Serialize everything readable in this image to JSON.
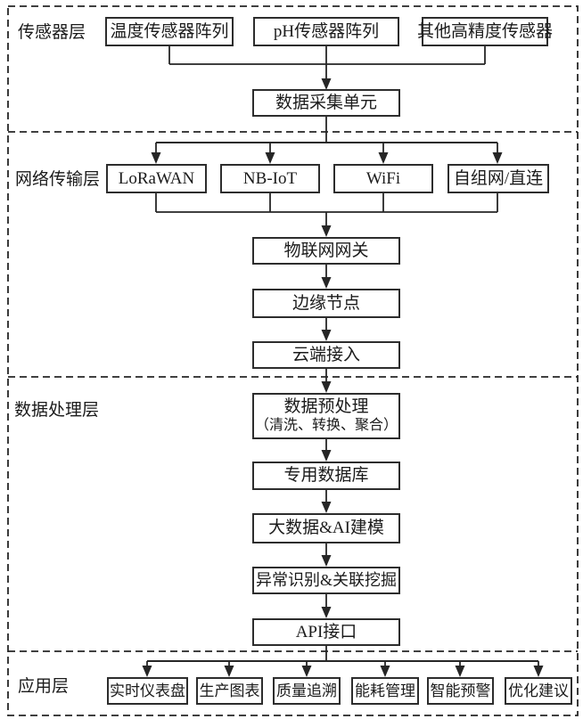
{
  "figure": {
    "type": "flowchart",
    "colors": {
      "background": "#ffffff",
      "line": "#262626",
      "box_border": "#2d2d2d",
      "text": "#1b1b1b"
    },
    "layers": [
      {
        "label": "传感器层",
        "nodes": [
          {
            "label": "温度传感器阵列"
          },
          {
            "label": "pH传感器阵列"
          },
          {
            "label": "其他高精度传感器"
          },
          {
            "label": "数据采集单元"
          }
        ]
      },
      {
        "label": "网络传输层",
        "nodes": [
          {
            "label": "LoRaWAN"
          },
          {
            "label": "NB-IoT"
          },
          {
            "label": "WiFi"
          },
          {
            "label": "自组网/直连"
          },
          {
            "label": "物联网网关"
          },
          {
            "label": "边缘节点"
          },
          {
            "label": "云端接入"
          }
        ]
      },
      {
        "label": "数据处理层",
        "nodes": [
          {
            "label": "数据预处理",
            "label2": "（清洗、转换、聚合）"
          },
          {
            "label": "专用数据库"
          },
          {
            "label": "大数据&AI建模"
          },
          {
            "label": "异常识别&关联挖掘"
          },
          {
            "label": "API接口"
          }
        ]
      },
      {
        "label": "应用层",
        "nodes": [
          {
            "label": "实时仪表盘"
          },
          {
            "label": "生产图表"
          },
          {
            "label": "质量追溯"
          },
          {
            "label": "能耗管理"
          },
          {
            "label": "智能预警"
          },
          {
            "label": "优化建议"
          }
        ]
      }
    ]
  }
}
